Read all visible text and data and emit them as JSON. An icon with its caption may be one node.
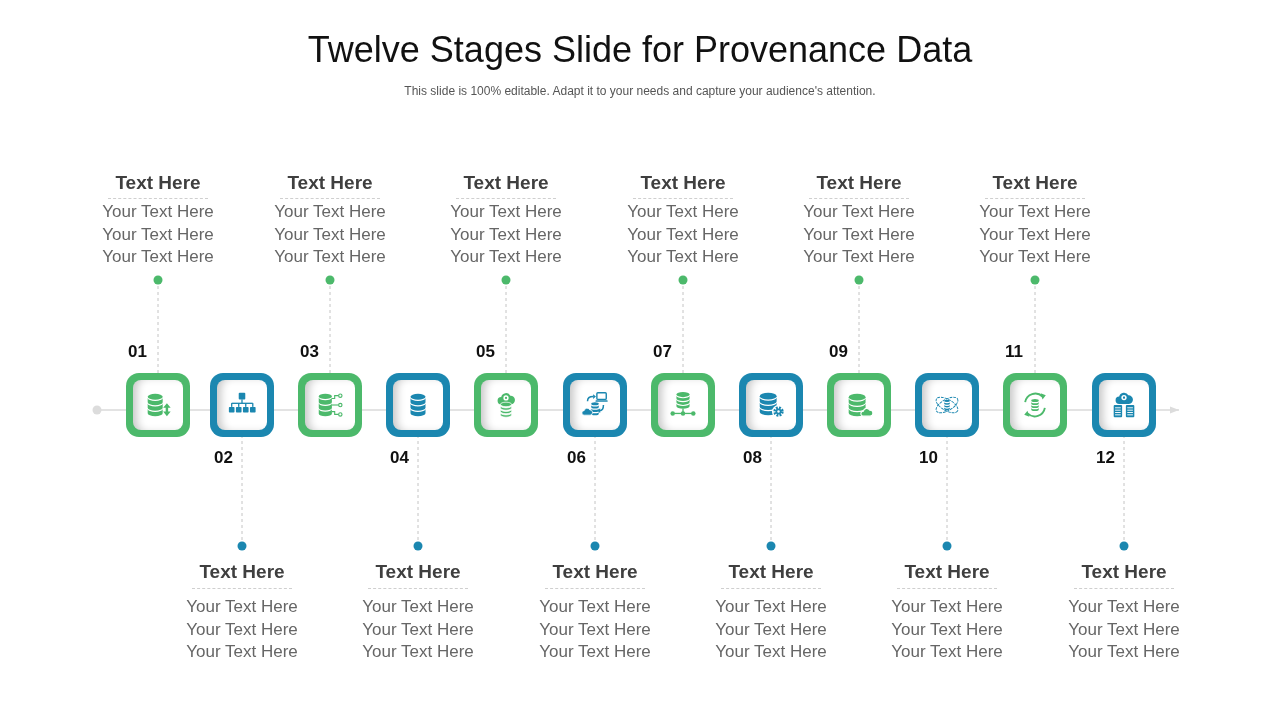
{
  "diagram": {
    "title": "Twelve Stages Slide for Provenance Data",
    "nodes": [
      {
        "text": [
          "Text Here",
          "Your Text Here Your Text Here Your Text Here"
        ]
      },
      {
        "text": [
          "Text Here",
          "Your Text Here Your Text Here Your Text Here"
        ]
      },
      {
        "text": [
          "Text Here",
          "Your Text Here Your Text Here Your Text Here"
        ]
      },
      {
        "text": [
          "Text Here",
          "Your Text Here Your Text Here Your Text Here"
        ]
      },
      {
        "text": [
          "Text Here",
          "Your Text Here Your Text Here Your Text Here"
        ]
      },
      {
        "text": [
          "Text Here",
          "Your Text Here Your Text Here Your Text Here"
        ]
      },
      {
        "text": [],
        "shape": "box",
        "beside": [
          "01"
        ]
      },
      {
        "text": [],
        "shape": "box",
        "beside": [
          "02"
        ]
      },
      {
        "text": [],
        "shape": "box",
        "beside": [
          "03"
        ]
      },
      {
        "text": [],
        "shape": "box",
        "beside": [
          "04"
        ]
      },
      {
        "text": [],
        "shape": "box",
        "beside": [
          "05"
        ]
      },
      {
        "text": [],
        "shape": "box",
        "beside": [
          "06"
        ]
      },
      {
        "text": [],
        "shape": "box",
        "beside": [
          "07"
        ]
      },
      {
        "text": [],
        "shape": "box",
        "beside": [
          "08"
        ]
      },
      {
        "text": [],
        "shape": "box",
        "beside": [
          "09"
        ]
      },
      {
        "text": [],
        "shape": "box",
        "beside": [
          "10"
        ]
      },
      {
        "text": [],
        "shape": "box",
        "beside": [
          "11"
        ]
      },
      {
        "text": [],
        "shape": "box",
        "beside": [
          "12"
        ]
      },
      {
        "text": [
          "Text Here",
          "Your Text Here Your Text Here Your Text Here"
        ]
      },
      {
        "text": [
          "Text Here",
          "Your Text Here Your Text Here Your Text Here"
        ]
      },
      {
        "text": [
          "Text Here",
          "Your Text Here Your Text Here Your Text Here"
        ]
      },
      {
        "text": [
          "Text Here",
          "Your Text Here Your Text Here Your Text Here"
        ]
      },
      {
        "text": [
          "Text Here",
          "Your Text Here Your Text Here Your Text Here"
        ]
      },
      {
        "text": [
          "Text Here",
          "Your Text Here Your Text Here Your Text Here"
        ]
      }
    ],
    "edges": [
      {
        "from": null,
        "to": 6,
        "arrow": "other"
      },
      {
        "from": 6,
        "to": 7,
        "arrow": "none"
      },
      {
        "from": 7,
        "to": 8,
        "arrow": "none"
      },
      {
        "from": 8,
        "to": 9,
        "arrow": "none"
      },
      {
        "from": 9,
        "to": 10,
        "arrow": "none"
      },
      {
        "from": 10,
        "to": 11,
        "arrow": "none"
      },
      {
        "from": 11,
        "to": 12,
        "arrow": "none"
      },
      {
        "from": 12,
        "to": 13,
        "arrow": "none"
      },
      {
        "from": 13,
        "to": 14,
        "arrow": "none"
      },
      {
        "from": 14,
        "to": 15,
        "arrow": "none"
      },
      {
        "from": 15,
        "to": 16,
        "arrow": "none"
      },
      {
        "from": 16,
        "to": 17,
        "arrow": "none"
      },
      {
        "from": 17,
        "to": null,
        "arrow": "to"
      },
      {
        "from": 0,
        "to": 6,
        "arrow": "other",
        "style": "dashed"
      },
      {
        "from": 18,
        "to": 7,
        "arrow": "other",
        "style": "dashed"
      },
      {
        "from": 1,
        "to": 8,
        "arrow": "other",
        "style": "dashed"
      },
      {
        "from": 19,
        "to": 9,
        "arrow": "other",
        "style": "dashed"
      },
      {
        "from": 2,
        "to": 10,
        "arrow": "other",
        "style": "dashed"
      },
      {
        "from": 20,
        "to": 11,
        "arrow": "other",
        "style": "dashed"
      },
      {
        "from": 3,
        "to": 12,
        "arrow": "other",
        "style": "dashed"
      },
      {
        "from": 21,
        "to": 13,
        "arrow": "other",
        "style": "dashed"
      },
      {
        "from": 4,
        "to": 14,
        "arrow": "other",
        "style": "dashed"
      },
      {
        "from": 22,
        "to": 15,
        "arrow": "other",
        "style": "dashed"
      },
      {
        "from": 5,
        "to": 16,
        "arrow": "other",
        "style": "dashed"
      },
      {
        "from": 23,
        "to": 17,
        "arrow": "other",
        "style": "dashed"
      }
    ],
    "labels": [
      "This slide is 100% editable. Adapt it to your needs and capture your audience's attention."
    ]
  }
}
